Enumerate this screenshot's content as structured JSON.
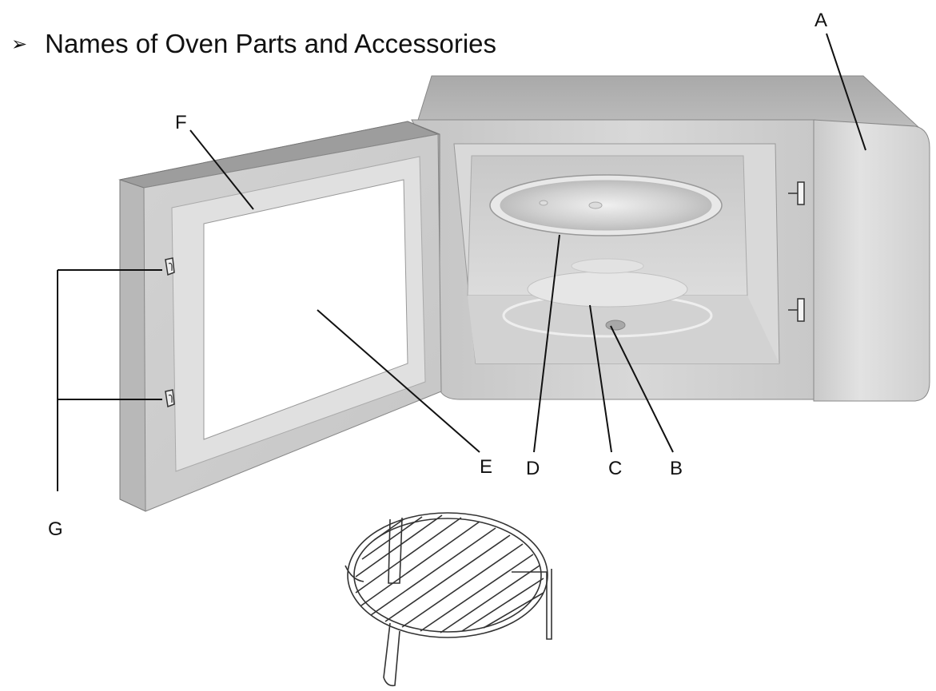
{
  "heading": {
    "bullet": "➢",
    "title": "Names of Oven Parts and Accessories"
  },
  "labels": {
    "A": "A",
    "B": "B",
    "C": "C",
    "D": "D",
    "E": "E",
    "F": "F",
    "G": "G"
  }
}
